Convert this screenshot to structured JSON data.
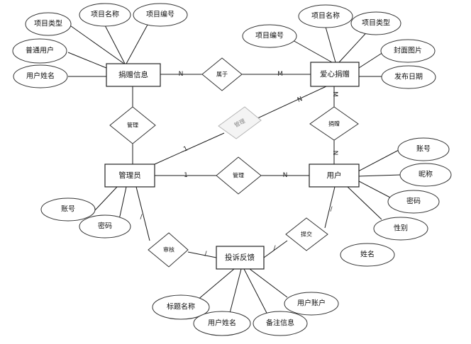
{
  "entities": {
    "donation_info": "捐赠信息",
    "charity_donation": "爱心捐赠",
    "admin": "管理员",
    "user": "用户",
    "complaint": "投诉反馈"
  },
  "attributes": {
    "donation_info": [
      "项目类型",
      "项目名称",
      "项目编号",
      "普通用户",
      "用户姓名"
    ],
    "charity_donation": [
      "项目名称",
      "项目类型",
      "项目编号",
      "封面图片",
      "发布日期"
    ],
    "admin": [
      "账号",
      "密码"
    ],
    "user": [
      "账号",
      "昵称",
      "密码",
      "性别",
      "姓名"
    ],
    "complaint": [
      "标题名称",
      "用户姓名",
      "备注信息",
      "用户账户"
    ]
  },
  "relationships": {
    "belongs_to": "属于",
    "manage_donation_info": "管理",
    "manage_charity": "管理",
    "manage_user": "管理",
    "donate": "捐赠",
    "review": "审核",
    "submit": "提交"
  },
  "cardinalities": {
    "belongs_to_left": "N",
    "belongs_to_right": "M",
    "admin_charity_admin_side": "1",
    "admin_charity_charity_side": "N",
    "charity_donate_side": "M",
    "user_donate_side": "N",
    "admin_user_admin_side": "1",
    "admin_user_user_side": "N",
    "admin_review_side": "/",
    "complaint_review_side": "/",
    "complaint_submit_side": "/",
    "user_submit_side": "/"
  }
}
